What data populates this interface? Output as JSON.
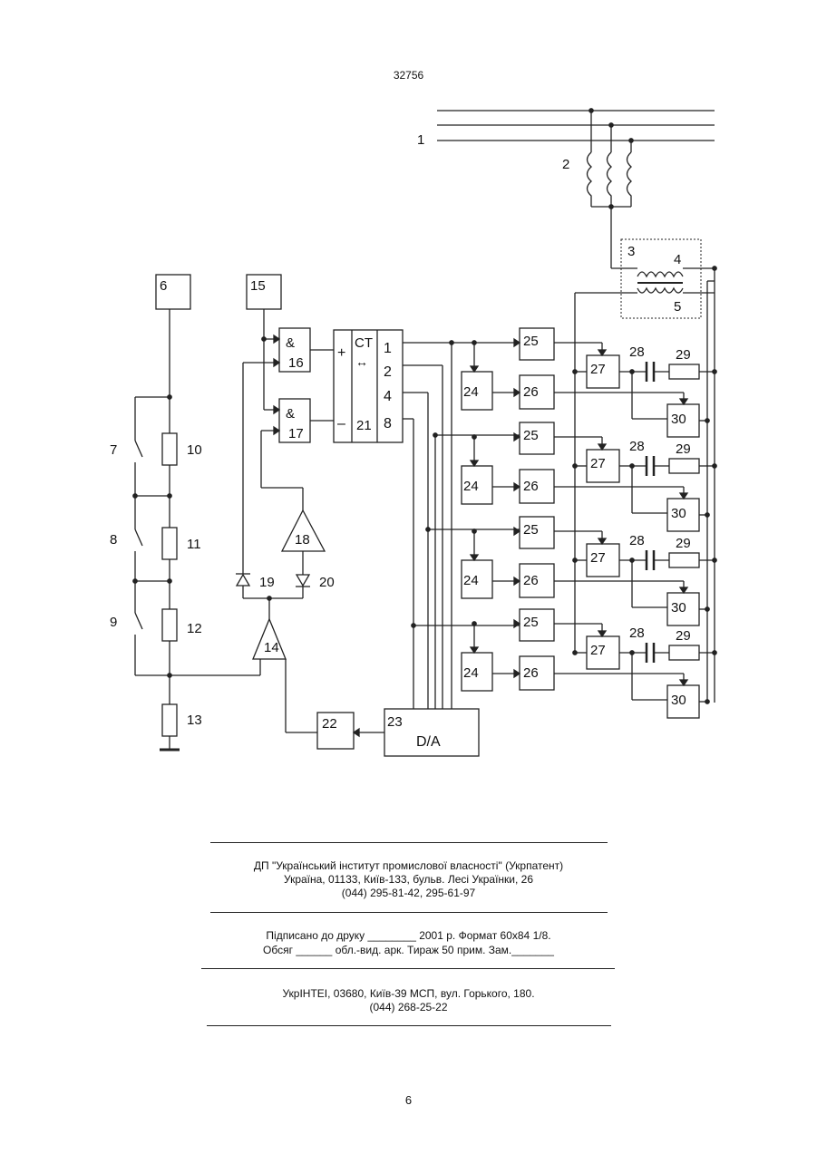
{
  "header": {
    "doc_number": "32756"
  },
  "diagram": {
    "component_labels": {
      "c1": "1",
      "c2": "2",
      "c3": "3",
      "c4": "4",
      "c5": "5",
      "c6": "6",
      "c7": "7",
      "c8": "8",
      "c9": "9",
      "c10": "10",
      "c11": "11",
      "c12": "12",
      "c13": "13",
      "c14": "14",
      "c15": "15",
      "c16": "16",
      "c17": "17",
      "c18": "18",
      "c19": "19",
      "c20": "20",
      "c21": "21",
      "c22": "22",
      "c23": "23",
      "c24": "24",
      "c25": "25",
      "c26": "26",
      "c27": "27",
      "c28": "28",
      "c29": "29",
      "c30": "30"
    },
    "and_symbol": "&",
    "counter": {
      "label": "CT",
      "arrow": "↔",
      "plus": "+",
      "minus": "–",
      "outputs": [
        "1",
        "2",
        "4",
        "8"
      ]
    },
    "dac_label": "D/A"
  },
  "imprint": {
    "publisher_line1": "ДП \"Український інститут промислової власності\" (Укрпатент)",
    "publisher_line2": "Україна, 01133, Київ-133, бульв. Лесі Українки, 26",
    "publisher_line3": "(044) 295-81-42, 295-61-97",
    "print_line1": "Підписано до друку ________ 2001 р.    Формат 60х84 1/8.",
    "print_line2": "Обсяг ______ обл.-вид. арк.   Тираж 50 прим.    Зам._______",
    "printer_line1": "УкрІНТЕІ, 03680, Київ-39 МСП, вул. Горького, 180.",
    "printer_line2": "(044) 268-25-22"
  },
  "footer": {
    "page_number": "6"
  }
}
